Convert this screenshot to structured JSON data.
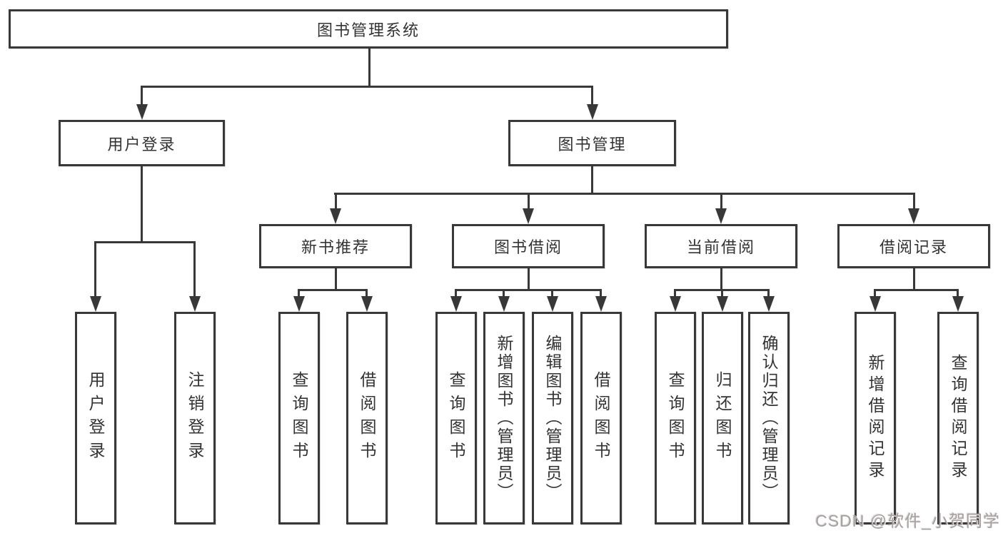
{
  "diagram": {
    "root": {
      "label": "图书管理系统"
    },
    "level2": [
      {
        "label": "用户登录"
      },
      {
        "label": "图书管理"
      }
    ],
    "level3": [
      {
        "label": "新书推荐"
      },
      {
        "label": "图书借阅"
      },
      {
        "label": "当前借阅"
      },
      {
        "label": "借阅记录"
      }
    ],
    "leaves": {
      "user_login": [
        "用户登录",
        "注销登录"
      ],
      "new_book_recommend": [
        "查询图书",
        "借阅图书"
      ],
      "book_borrow": [
        "查询图书",
        "新增图书（管理员）",
        "编辑图书（管理员）",
        "借阅图书"
      ],
      "current_borrow": [
        "查询图书",
        "归还图书",
        "确认归还（管理员）"
      ],
      "borrow_records": [
        "新增借阅记录",
        "查询借阅记录"
      ]
    }
  },
  "watermark": {
    "text": "CSDN @软件_小贺同学"
  },
  "colors": {
    "line": "#383838",
    "text": "#333333",
    "background": "#ffffff",
    "watermark": "#a89f9f"
  }
}
